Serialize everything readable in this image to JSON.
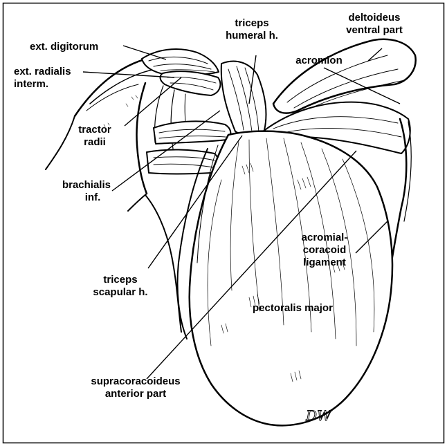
{
  "labels": {
    "ext_digitorum": "ext. digitorum",
    "ext_radialis_1": "ext. radialis",
    "ext_radialis_2": "interm.",
    "tractor_1": "tractor",
    "tractor_2": "radii",
    "brachialis_1": "brachialis",
    "brachialis_2": "inf.",
    "triceps_scapular_1": "triceps",
    "triceps_scapular_2": "scapular h.",
    "supracoracoideus_1": "supracoracoideus",
    "supracoracoideus_2": "anterior part",
    "triceps_humeral_1": "triceps",
    "triceps_humeral_2": "humeral h.",
    "deltoideus_1": "deltoideus",
    "deltoideus_2": "ventral part",
    "acromion": "acromion",
    "acromial_1": "acromial-",
    "acromial_2": "coracoid",
    "acromial_3": "ligament",
    "pectoralis": "pectoralis major"
  },
  "colors": {
    "ink": "#000000",
    "background": "#ffffff"
  }
}
